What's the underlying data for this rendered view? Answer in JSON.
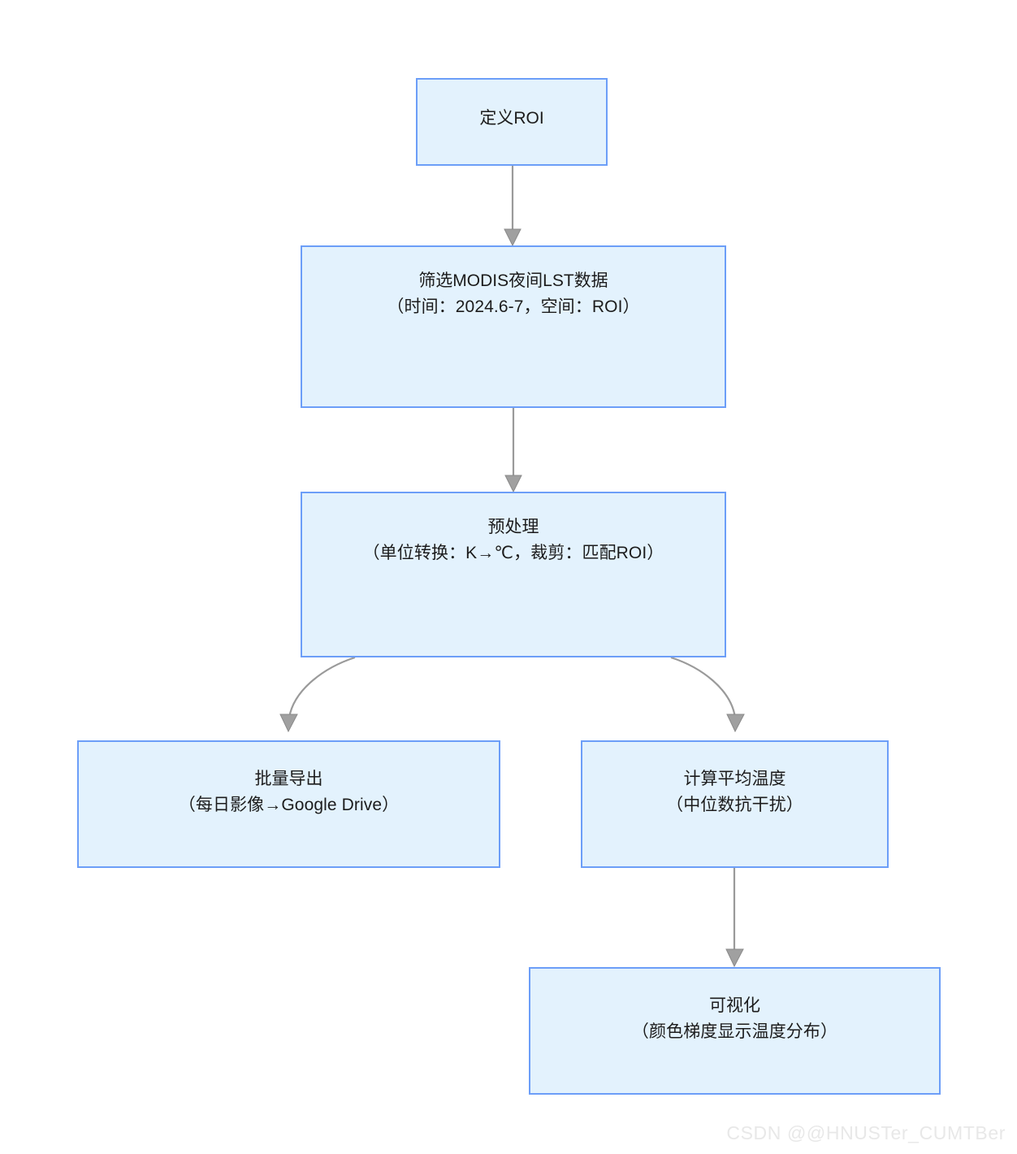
{
  "diagram": {
    "type": "flowchart",
    "direction": "top-to-bottom",
    "nodes": [
      {
        "id": "roi",
        "title": "定义ROI",
        "subtitle": ""
      },
      {
        "id": "filter",
        "title": "筛选MODIS夜间LST数据",
        "subtitle": "（时间：2024.6-7，空间：ROI）"
      },
      {
        "id": "preprocess",
        "title": "预处理",
        "subtitle": "（单位转换：K→℃，裁剪：匹配ROI）"
      },
      {
        "id": "export",
        "title": "批量导出",
        "subtitle": "（每日影像→Google Drive）"
      },
      {
        "id": "mean",
        "title": "计算平均温度",
        "subtitle": "（中位数抗干扰）"
      },
      {
        "id": "visualize",
        "title": "可视化",
        "subtitle": "（颜色梯度显示温度分布）"
      }
    ],
    "edges": [
      {
        "from": "roi",
        "to": "filter",
        "style": "straight"
      },
      {
        "from": "filter",
        "to": "preprocess",
        "style": "straight"
      },
      {
        "from": "preprocess",
        "to": "export",
        "style": "curved"
      },
      {
        "from": "preprocess",
        "to": "mean",
        "style": "curved"
      },
      {
        "from": "mean",
        "to": "visualize",
        "style": "straight"
      }
    ],
    "colors": {
      "node_fill": "#e3f2fd",
      "node_border": "#6c9ef8",
      "edge": "#9a9a9a",
      "text": "#1c1c1c",
      "background": "#ffffff",
      "watermark": "#e8e8e8"
    }
  },
  "watermark": {
    "text": "CSDN @@HNUSTer_CUMTBer"
  }
}
